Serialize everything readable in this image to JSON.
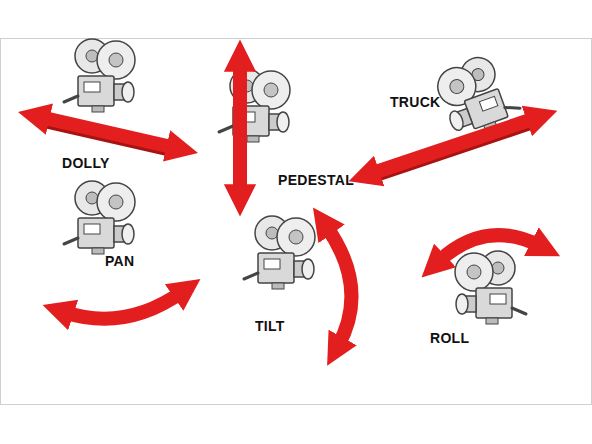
{
  "diagram": {
    "labels": [
      "DOLLY",
      "PEDESTAL",
      "TRUCK",
      "PAN",
      "TILT",
      "ROLL"
    ]
  }
}
